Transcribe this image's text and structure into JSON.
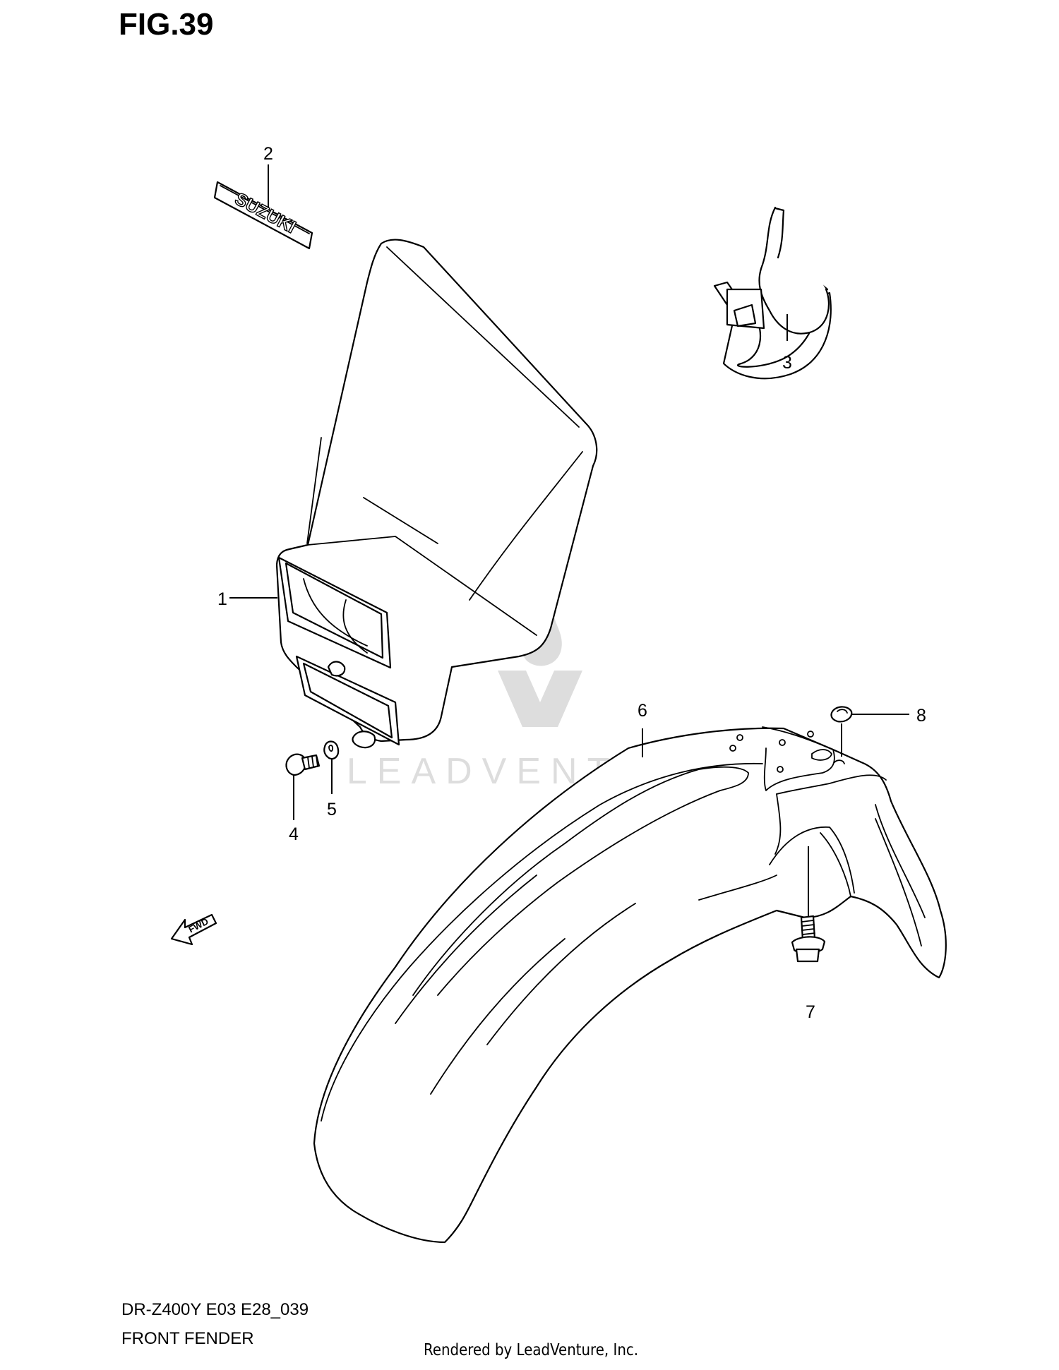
{
  "figure": {
    "title": "FIG.39",
    "model_code": "DR-Z400Y E03 E28_039",
    "section_name": "FRONT FENDER"
  },
  "emblem_text": "SUZUKI",
  "fwd_arrow_text": "FWD",
  "watermark": {
    "text": "LEADVENTURE"
  },
  "credit": "Rendered by LeadVenture, Inc.",
  "callouts": [
    {
      "number": "1"
    },
    {
      "number": "2"
    },
    {
      "number": "3"
    },
    {
      "number": "4"
    },
    {
      "number": "5"
    },
    {
      "number": "6"
    },
    {
      "number": "7"
    },
    {
      "number": "8"
    }
  ]
}
